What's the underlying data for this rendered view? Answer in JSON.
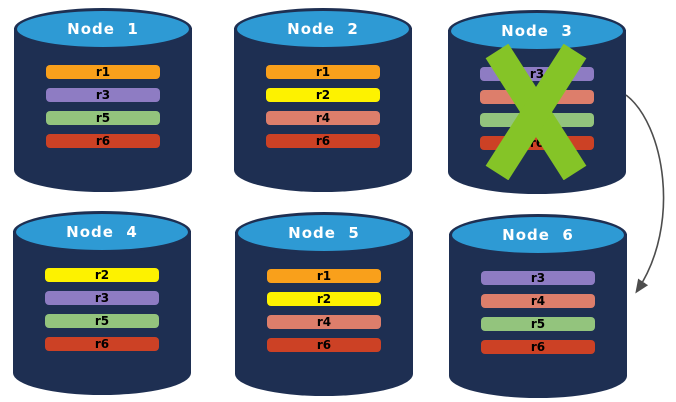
{
  "diagram": {
    "description": "Database cluster replica placement with failed node and failover arrow",
    "colors": {
      "canvas_bg": "#ffffff",
      "cylinder_body": "#1E2F52",
      "cylinder_top": "#2E9AD4",
      "title_text": "#FFFFFF",
      "bar_label_text": "#000000",
      "x_mark": "#85C427",
      "arrow": "#4D4D4D"
    },
    "replica_colors": {
      "r1": "#F9A01B",
      "r2": "#FDF200",
      "r3": "#8E7CC3",
      "r4": "#DD7E6B",
      "r5": "#93C47D",
      "r6": "#CC4125"
    },
    "nodes": [
      {
        "title": "Node  1",
        "failed": false,
        "replicas": [
          "r1",
          "r3",
          "r5",
          "r6"
        ]
      },
      {
        "title": "Node  2",
        "failed": false,
        "replicas": [
          "r1",
          "r2",
          "r4",
          "r6"
        ]
      },
      {
        "title": "Node  3",
        "failed": true,
        "replicas": [
          "r3",
          "r4",
          "r5",
          "r6"
        ]
      },
      {
        "title": "Node  4",
        "failed": false,
        "replicas": [
          "r2",
          "r3",
          "r5",
          "r6"
        ]
      },
      {
        "title": "Node  5",
        "failed": false,
        "replicas": [
          "r1",
          "r2",
          "r4",
          "r6"
        ]
      },
      {
        "title": "Node  6",
        "failed": false,
        "replicas": [
          "r3",
          "r4",
          "r5",
          "r6"
        ]
      }
    ],
    "failure_mark": {
      "node_title": "Node  3",
      "icon": "x-cross-icon"
    },
    "arrow": {
      "from_node": "Node  3",
      "to_node": "Node  6"
    }
  }
}
